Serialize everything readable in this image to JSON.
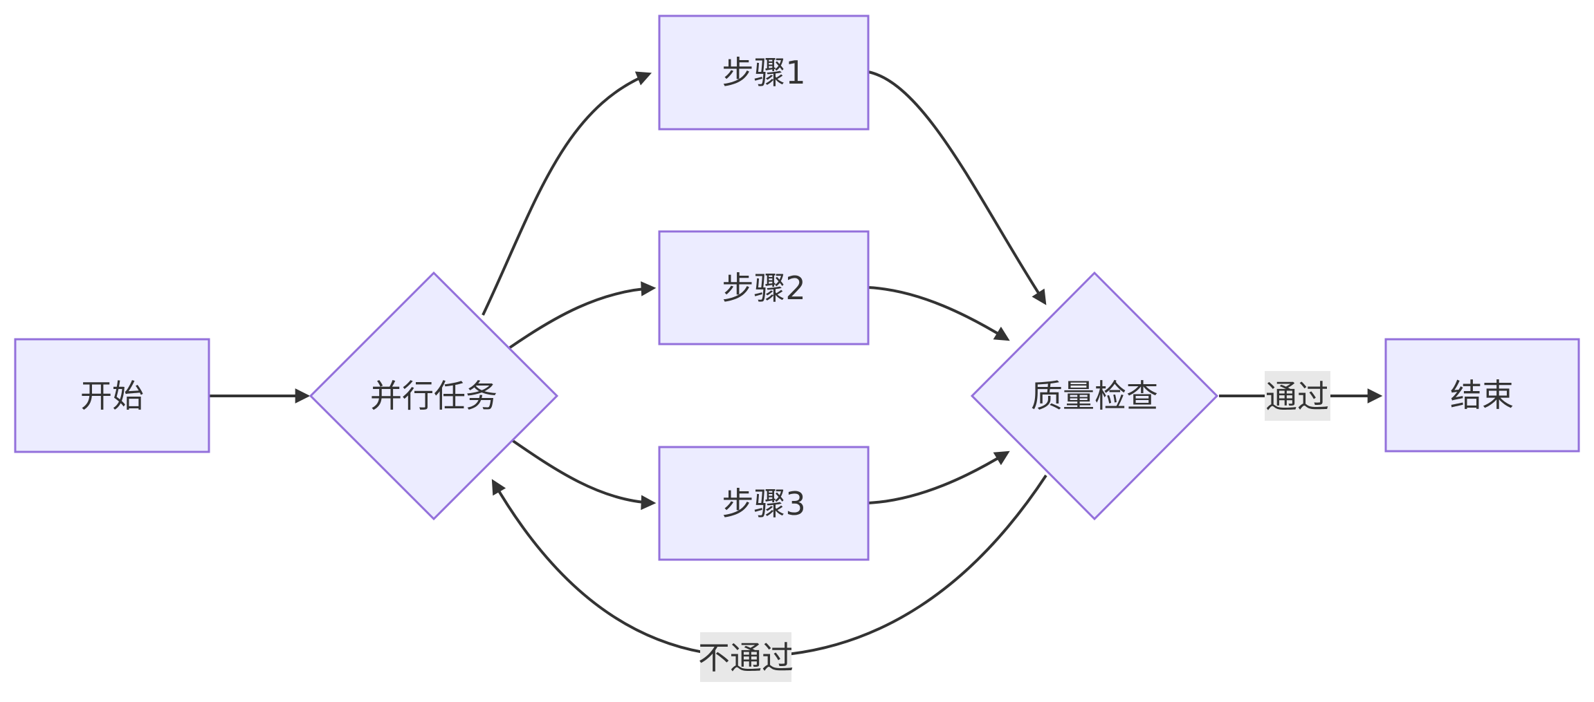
{
  "diagram": {
    "type": "flowchart",
    "direction": "left-to-right",
    "background": "#ffffff",
    "colors": {
      "node_fill": "#ECECFF",
      "node_border": "#9370DB",
      "edge_line": "#333333",
      "edge_label_bg": "#e8e8e8",
      "text": "#333333"
    },
    "nodes": [
      {
        "id": "start",
        "shape": "rectangle",
        "label": "开始"
      },
      {
        "id": "parallel",
        "shape": "diamond",
        "label": "并行任务"
      },
      {
        "id": "step1",
        "shape": "rectangle",
        "label": "步骤1"
      },
      {
        "id": "step2",
        "shape": "rectangle",
        "label": "步骤2"
      },
      {
        "id": "step3",
        "shape": "rectangle",
        "label": "步骤3"
      },
      {
        "id": "quality-check",
        "shape": "diamond",
        "label": "质量检查"
      },
      {
        "id": "end",
        "shape": "rectangle",
        "label": "结束"
      }
    ],
    "edges": [
      {
        "from": "start",
        "to": "parallel",
        "label": ""
      },
      {
        "from": "parallel",
        "to": "step1",
        "label": ""
      },
      {
        "from": "parallel",
        "to": "step2",
        "label": ""
      },
      {
        "from": "parallel",
        "to": "step3",
        "label": ""
      },
      {
        "from": "step1",
        "to": "quality-check",
        "label": ""
      },
      {
        "from": "step2",
        "to": "quality-check",
        "label": ""
      },
      {
        "from": "step3",
        "to": "quality-check",
        "label": ""
      },
      {
        "from": "quality-check",
        "to": "end",
        "label": "通过"
      },
      {
        "from": "quality-check",
        "to": "parallel",
        "label": "不通过"
      }
    ]
  }
}
